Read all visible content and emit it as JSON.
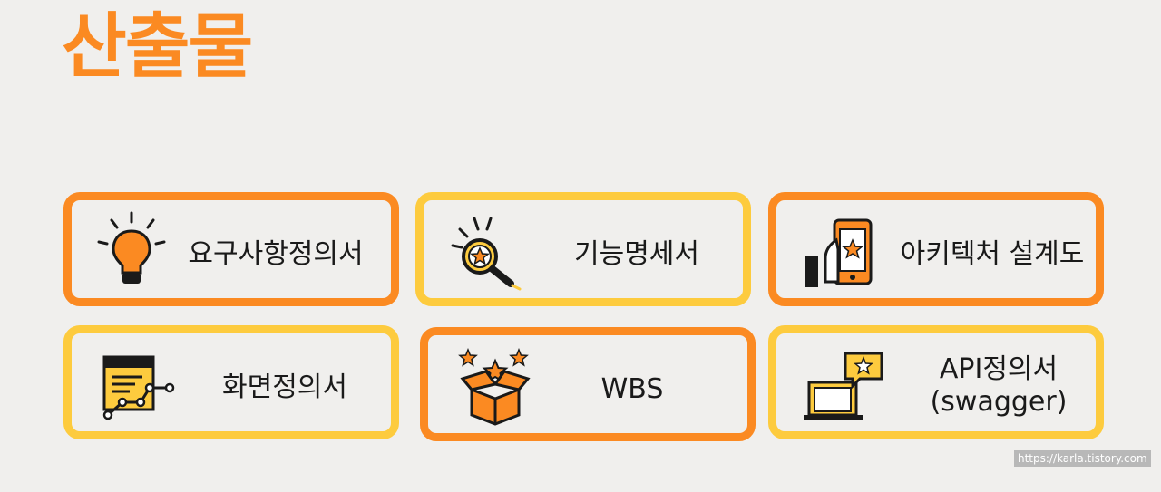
{
  "title": "산출물",
  "cards": [
    {
      "label": "요구사항정의서",
      "icon": "lightbulb-icon"
    },
    {
      "label": "기능명세서",
      "icon": "magnifier-star-icon"
    },
    {
      "label": "아키텍처 설계도",
      "icon": "phone-thumbs-up-icon"
    },
    {
      "label": "화면정의서",
      "icon": "screen-flow-icon"
    },
    {
      "label": "WBS",
      "icon": "box-stars-icon"
    },
    {
      "label": "API정의서",
      "label2": "(swagger)",
      "icon": "laptop-chat-icon"
    }
  ],
  "watermark": "https://karla.tistory.com",
  "colors": {
    "orange": "#fb8a22",
    "yellow": "#fdcb3e",
    "background": "#f0efed"
  }
}
